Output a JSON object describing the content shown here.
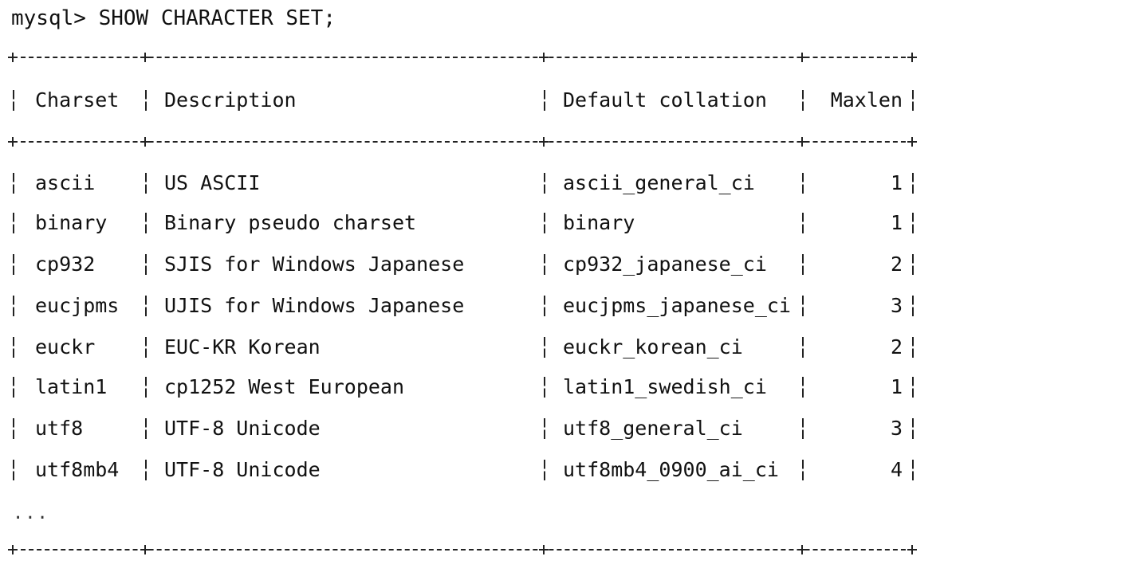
{
  "prompt": {
    "text": "mysql> SHOW CHARACTER SET;"
  },
  "table": {
    "headers": {
      "charset": "Charset",
      "description": "Description",
      "default_collation": "Default collation",
      "maxlen": "Maxlen"
    },
    "rows": [
      {
        "charset": "ascii",
        "description": "US ASCII",
        "default_collation": "ascii_general_ci",
        "maxlen": "1"
      },
      {
        "charset": "binary",
        "description": "Binary pseudo charset",
        "default_collation": "binary",
        "maxlen": "1"
      },
      {
        "charset": "cp932",
        "description": "SJIS for Windows Japanese",
        "default_collation": "cp932_japanese_ci",
        "maxlen": "2"
      },
      {
        "charset": "eucjpms",
        "description": "UJIS for Windows Japanese",
        "default_collation": "eucjpms_japanese_ci",
        "maxlen": "3"
      },
      {
        "charset": "euckr",
        "description": "EUC-KR Korean",
        "default_collation": "euckr_korean_ci",
        "maxlen": "2"
      },
      {
        "charset": "latin1",
        "description": "cp1252 West European",
        "default_collation": "latin1_swedish_ci",
        "maxlen": "1"
      },
      {
        "charset": "utf8",
        "description": "UTF-8 Unicode",
        "default_collation": "utf8_general_ci",
        "maxlen": "3"
      },
      {
        "charset": "utf8mb4",
        "description": "UTF-8 Unicode",
        "default_collation": "utf8mb4_0900_ai_ci",
        "maxlen": "4"
      }
    ],
    "continuation": "..."
  }
}
